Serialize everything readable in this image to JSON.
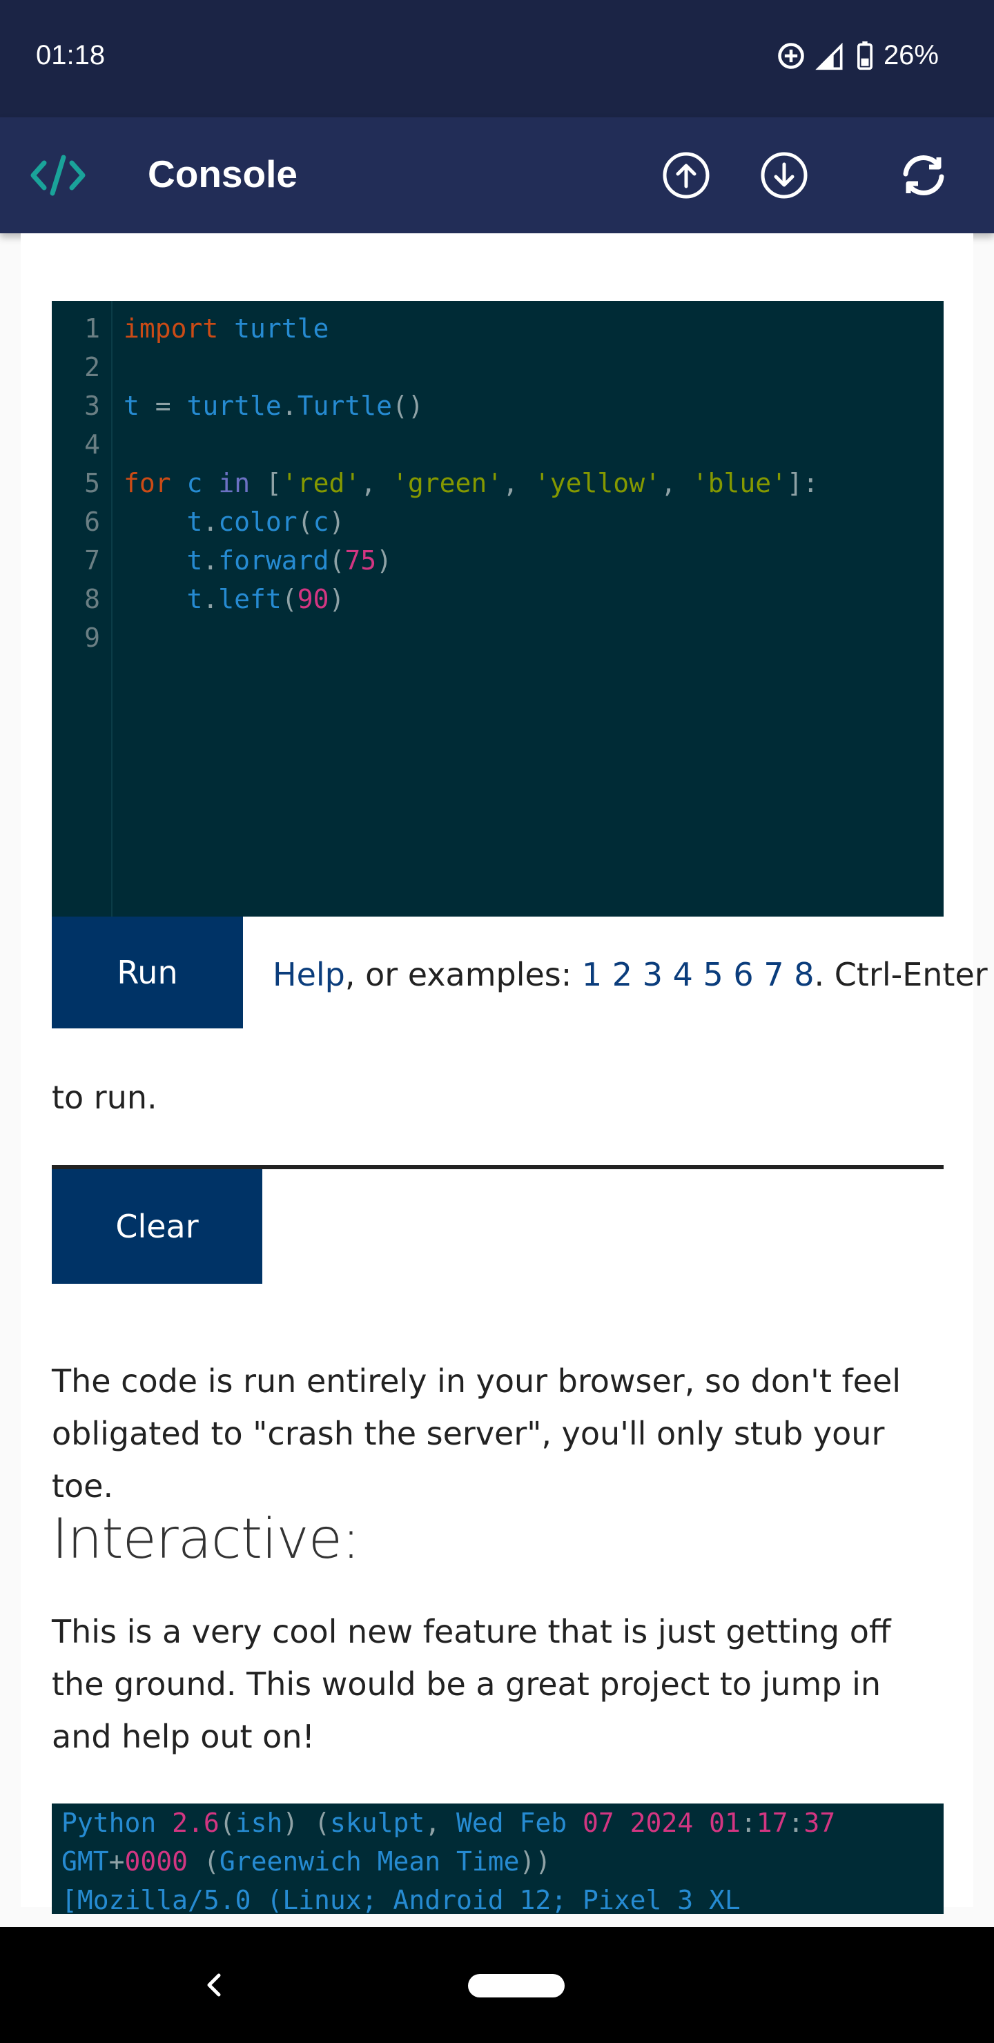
{
  "status_bar": {
    "time": "01:18",
    "battery": "26%",
    "icons": [
      "data-saver-icon",
      "signal-icon",
      "battery-icon"
    ]
  },
  "app_bar": {
    "title": "Console",
    "icons": [
      "code-icon",
      "upload-icon",
      "download-icon",
      "sync-icon"
    ],
    "accent_color": "#1aa39a"
  },
  "editor": {
    "line_numbers": [
      "1",
      "2",
      "3",
      "4",
      "5",
      "6",
      "7",
      "8",
      "9"
    ],
    "lines": [
      [
        {
          "t": "import",
          "c": "kw"
        },
        {
          "t": " "
        },
        {
          "t": "turtle",
          "c": "nm"
        }
      ],
      [],
      [
        {
          "t": "t",
          "c": "nm"
        },
        {
          "t": " = ",
          "c": "op"
        },
        {
          "t": "turtle",
          "c": "nm"
        },
        {
          "t": ".",
          "c": "op"
        },
        {
          "t": "Turtle",
          "c": "nm"
        },
        {
          "t": "()",
          "c": "op"
        }
      ],
      [],
      [
        {
          "t": "for",
          "c": "kw"
        },
        {
          "t": " "
        },
        {
          "t": "c",
          "c": "nm"
        },
        {
          "t": " "
        },
        {
          "t": "in",
          "c": "kw2"
        },
        {
          "t": " [",
          "c": "op"
        },
        {
          "t": "'red'",
          "c": "st"
        },
        {
          "t": ", ",
          "c": "op"
        },
        {
          "t": "'green'",
          "c": "st"
        },
        {
          "t": ", ",
          "c": "op"
        },
        {
          "t": "'yellow'",
          "c": "st"
        },
        {
          "t": ", ",
          "c": "op"
        },
        {
          "t": "'blue'",
          "c": "st"
        },
        {
          "t": "]:",
          "c": "op"
        }
      ],
      [
        {
          "t": "    "
        },
        {
          "t": "t",
          "c": "nm"
        },
        {
          "t": ".",
          "c": "op"
        },
        {
          "t": "color",
          "c": "nm"
        },
        {
          "t": "(",
          "c": "op"
        },
        {
          "t": "c",
          "c": "nm"
        },
        {
          "t": ")",
          "c": "op"
        }
      ],
      [
        {
          "t": "    "
        },
        {
          "t": "t",
          "c": "nm"
        },
        {
          "t": ".",
          "c": "op"
        },
        {
          "t": "forward",
          "c": "nm"
        },
        {
          "t": "(",
          "c": "op"
        },
        {
          "t": "75",
          "c": "num"
        },
        {
          "t": ")",
          "c": "op"
        }
      ],
      [
        {
          "t": "    "
        },
        {
          "t": "t",
          "c": "nm"
        },
        {
          "t": ".",
          "c": "op"
        },
        {
          "t": "left",
          "c": "nm"
        },
        {
          "t": "(",
          "c": "op"
        },
        {
          "t": "90",
          "c": "num"
        },
        {
          "t": ")",
          "c": "op"
        }
      ],
      []
    ]
  },
  "run_button": "Run",
  "help": {
    "link": "Help",
    "text1": ", or examples: ",
    "examples": [
      "1",
      "2",
      "3",
      "4",
      "5",
      "6",
      "7",
      "8"
    ],
    "text2": ". Ctrl-Enter",
    "text3": "to run."
  },
  "clear_button": "Clear",
  "paragraph1": "The code is run entirely in your browser, so don't feel obligated to \"crash the server\", you'll only stub your toe.",
  "heading": "Interactive:",
  "paragraph2": "This is a very cool new feature that is just getting off the ground. This would be a great project to jump in and help out on!",
  "console": {
    "lines": [
      [
        {
          "t": "Python ",
          "c": "nm"
        },
        {
          "t": "2.6",
          "c": "num"
        },
        {
          "t": "(",
          "c": "op"
        },
        {
          "t": "ish",
          "c": "nm"
        },
        {
          "t": ") (",
          "c": "op"
        },
        {
          "t": "skulpt",
          "c": "nm"
        },
        {
          "t": ", ",
          "c": "op"
        },
        {
          "t": "Wed Feb ",
          "c": "nm"
        },
        {
          "t": "07 2024",
          "c": "num"
        },
        {
          "t": " ",
          "c": "op"
        },
        {
          "t": "01",
          "c": "num"
        },
        {
          "t": ":",
          "c": "op"
        },
        {
          "t": "17",
          "c": "num"
        },
        {
          "t": ":",
          "c": "op"
        },
        {
          "t": "37",
          "c": "num"
        }
      ],
      [
        {
          "t": "GMT",
          "c": "nm"
        },
        {
          "t": "+",
          "c": "op"
        },
        {
          "t": "0000",
          "c": "num"
        },
        {
          "t": " (",
          "c": "op"
        },
        {
          "t": "Greenwich Mean Time",
          "c": "nm"
        },
        {
          "t": "))",
          "c": "op"
        }
      ],
      [
        {
          "t": "[Mozilla/5.0 (Linux; Android 12; Pixel 3 XL",
          "c": "nm"
        }
      ]
    ]
  }
}
